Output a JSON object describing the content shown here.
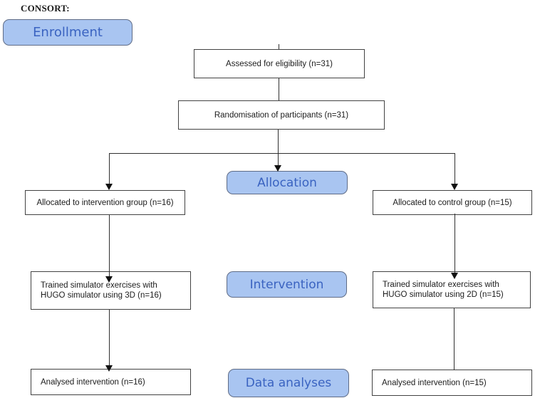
{
  "title": "CONSORT:",
  "colors": {
    "stage_fill": "#a9c5f1",
    "stage_border": "#5f6c86",
    "stage_text": "#3a63c1",
    "box_border": "#424242",
    "connector": "#303030"
  },
  "stages": {
    "enrollment": "Enrollment",
    "allocation": "Allocation",
    "intervention": "Intervention",
    "data_analyses": "Data analyses"
  },
  "boxes": {
    "assessed": "Assessed for eligibility (n=31)",
    "randomisation": "Randomisation of participants (n=31)",
    "allocated_intervention": "Allocated to intervention group (n=16)",
    "allocated_control": "Allocated to control group (n=15)",
    "trained_3d": [
      "Trained simulator exercises with",
      "HUGO simulator using 3D (n=16)"
    ],
    "trained_2d": [
      "Trained simulator exercises with",
      "HUGO simulator using 2D (n=15)"
    ],
    "analysed_left": "Analysed intervention (n=16)",
    "analysed_right": "Analysed intervention (n=15)"
  }
}
